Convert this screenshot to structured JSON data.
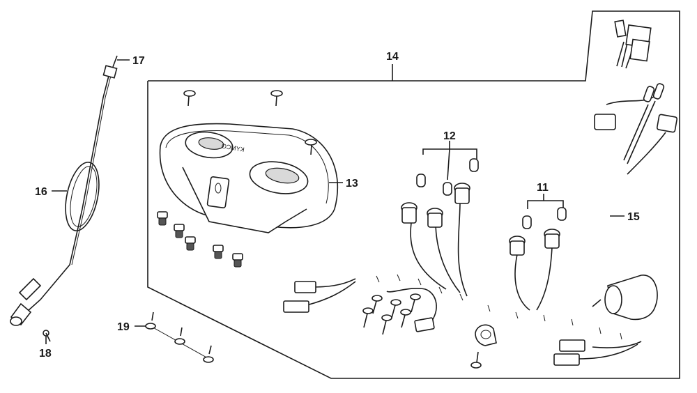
{
  "callouts": {
    "c11": "11",
    "c12": "12",
    "c13": "13",
    "c14": "14",
    "c15": "15",
    "c16": "16",
    "c17": "17",
    "c18": "18",
    "c19": "19"
  },
  "logo_text": "KYMCO"
}
